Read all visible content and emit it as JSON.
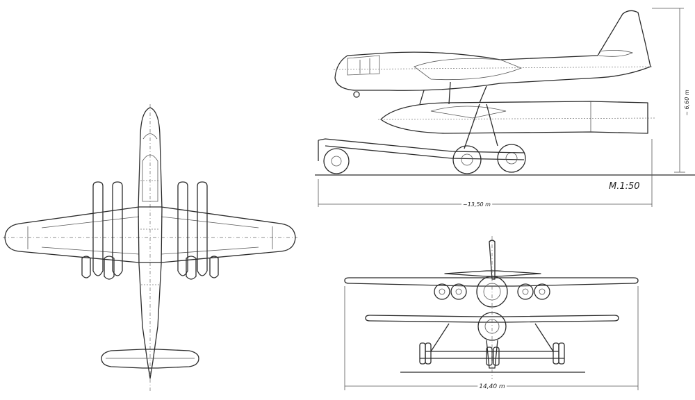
{
  "drawing": {
    "scale_label": "M.1:50",
    "length_label": "~13,50 m",
    "height_label": "~ 6,60 m",
    "span_label": "14,40 m"
  },
  "icons": {
    "plan_view": "aircraft-top-view-icon",
    "side_view": "aircraft-side-view-icon",
    "front_view": "aircraft-front-view-icon"
  },
  "colors": {
    "ink": "#2b2b2b",
    "paper": "#ffffff"
  }
}
